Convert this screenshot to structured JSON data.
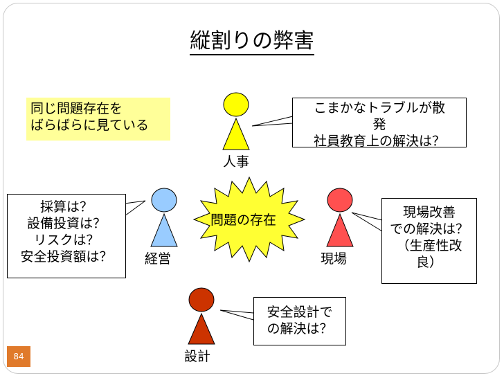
{
  "title": "縦割りの弊害",
  "colors": {
    "jinji": "#ffff00",
    "keiei": "#99ccff",
    "genba": "#ff5050",
    "sekkei": "#cc3300",
    "center": "#ffff33",
    "note": "#ffff99",
    "page_num_bg": "#e07a2b"
  },
  "note": {
    "line1": "同じ問題存在を",
    "line2": "ばらばらに見ている"
  },
  "center_label": "問題の存在",
  "people": {
    "jinji": "人事",
    "keiei": "経営",
    "genba": "現場",
    "sekkei": "設計"
  },
  "bubbles": {
    "jinji": {
      "line1": "こまかなトラブルが散",
      "line2": "発",
      "line3": "社員教育上の解決は？"
    },
    "keiei": {
      "line1": "採算は？",
      "line2": "設備投資は？",
      "line3": "リスクは？",
      "line4": "安全投資額は？"
    },
    "genba": {
      "line1": "現場改善",
      "line2": "での解決は？",
      "line3": "（生産性改",
      "line4": "良）"
    },
    "sekkei": {
      "line1": "安全設計で",
      "line2": "の解決は？"
    }
  },
  "page_number": "84"
}
